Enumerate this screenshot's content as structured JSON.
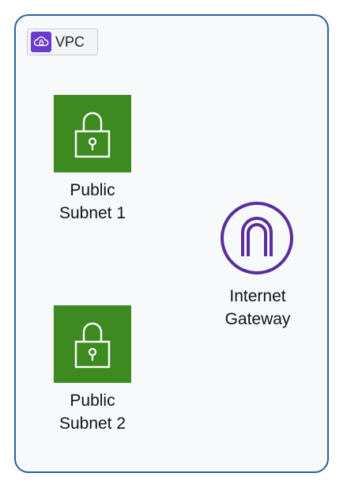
{
  "vpc": {
    "label": "VPC",
    "icon": "vpc-cloud-lock-icon",
    "border_color": "#2a5fa8",
    "icon_color": "#6a3bd1"
  },
  "subnets": [
    {
      "label": "Public\nSubnet 1",
      "icon": "padlock-icon",
      "color": "#3d8a21"
    },
    {
      "label": "Public\nSubnet 2",
      "icon": "padlock-icon",
      "color": "#3d8a21"
    }
  ],
  "gateway": {
    "label": "Internet\nGateway",
    "icon": "internet-gateway-arch-icon",
    "color": "#5a2d9c"
  }
}
